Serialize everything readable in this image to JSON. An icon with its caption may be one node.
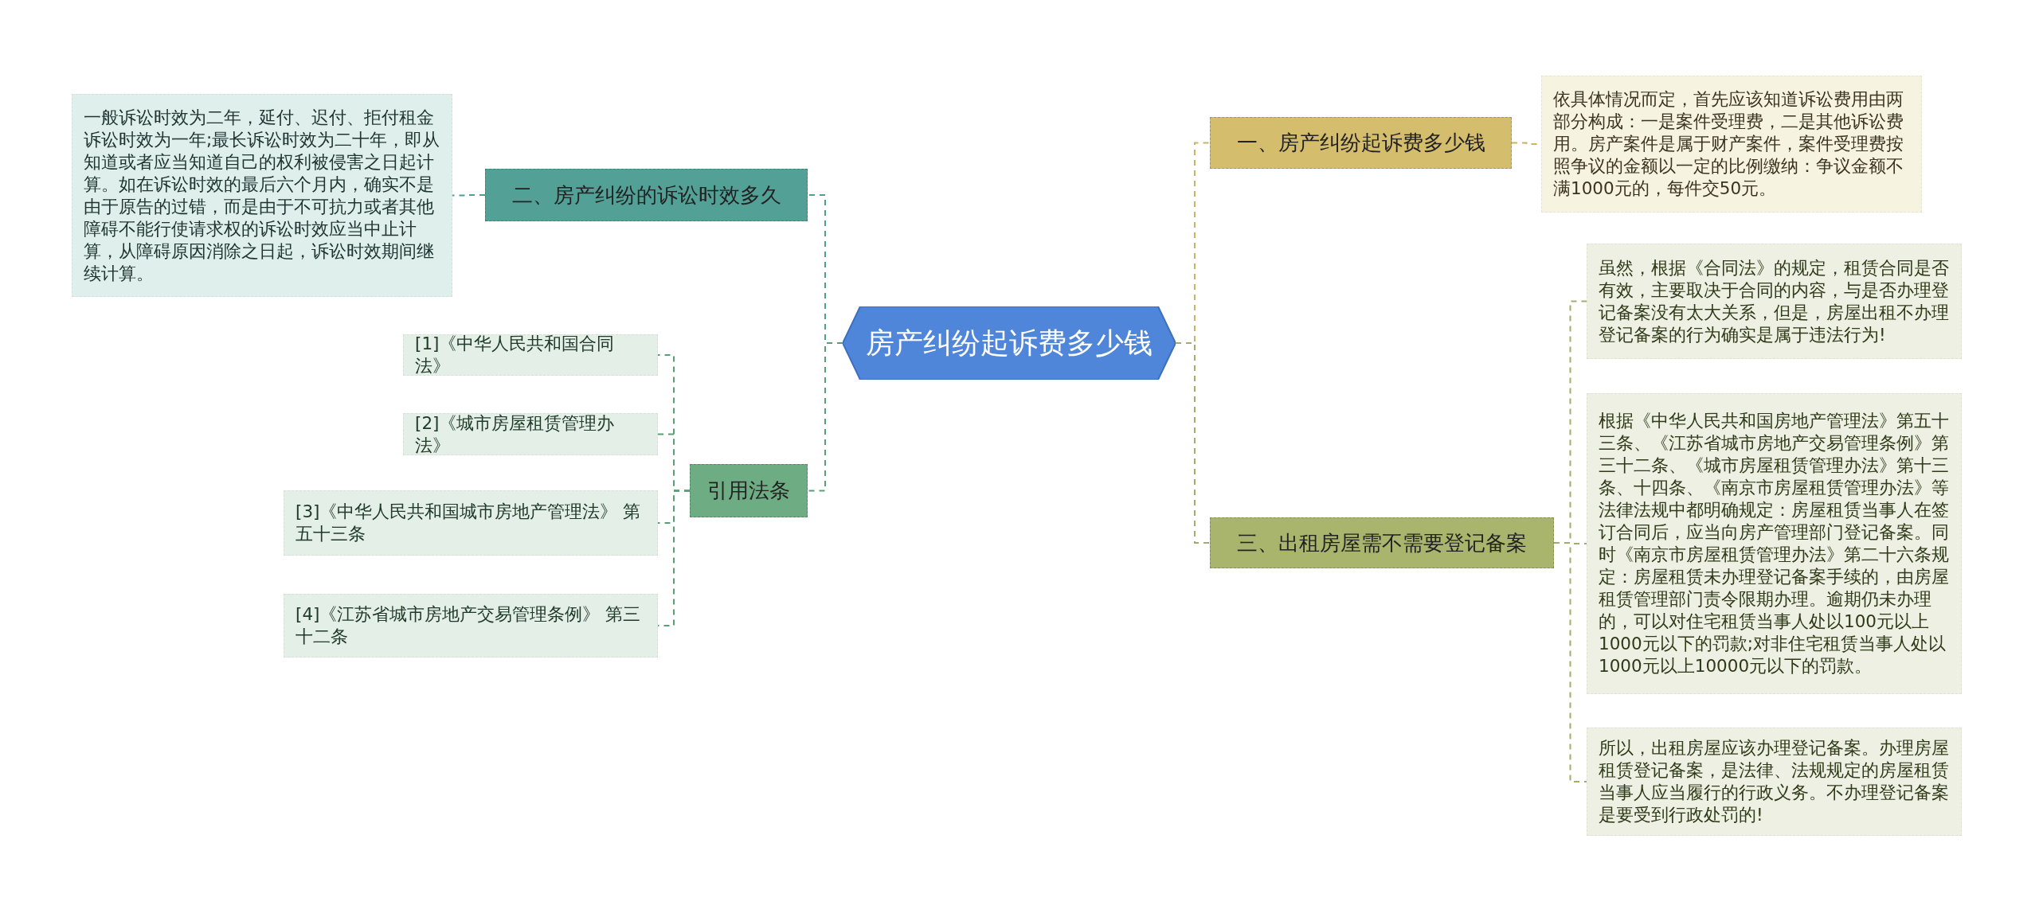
{
  "diagram": {
    "nodes": [
      {
        "text": [
          "房产纠纷起诉费多少钱"
        ]
      },
      {
        "text": [
          "一、房产纠纷起诉费多少钱"
        ]
      },
      {
        "text": [
          "依具体情况而定，首先应该知道诉讼费用由两部分构成：一是案件受理费，二是其他诉讼费用。房产案件是属于财产案件，案件受理费按照争议的金额以一定的比例缴纳：争议金额不满1000元的，每件交50元。"
        ]
      },
      {
        "text": [
          "三、出租房屋需不需要登记备案"
        ]
      },
      {
        "text": [
          "虽然，根据《合同法》的规定，租赁合同是否有效，主要取决于合同的内容，与是否办理登记备案没有太大关系，但是，房屋出租不办理登记备案的行为确实是属于违法行为!"
        ]
      },
      {
        "text": [
          "根据《中华人民共和国房地产管理法》第五十三条、《江苏省城市房地产交易管理条例》第三十二条、《城市房屋租赁管理办法》第十三条、十四条、《南京市房屋租赁管理办法》等法律法规中都明确规定：房屋租赁当事人在签订合同后，应当向房产管理部门登记备案。同时《南京市房屋租赁管理办法》第二十六条规定：房屋租赁未办理登记备案手续的，由房屋租赁管理部门责令限期办理。逾期仍未办理的，可以对住宅租赁当事人处以100元以上1000元以下的罚款;对非住宅租赁当事人处以1000元以上10000元以下的罚款。"
        ]
      },
      {
        "text": [
          "所以，出租房屋应该办理登记备案。办理房屋租赁登记备案，是法律、法规规定的房屋租赁当事人应当履行的行政义务。不办理登记备案是要受到行政处罚的!"
        ]
      },
      {
        "text": [
          "二、房产纠纷的诉讼时效多久"
        ]
      },
      {
        "text": [
          "一般诉讼时效为二年，延付、迟付、拒付租金诉讼时效为一年;最长诉讼时效为二十年，即从知道或者应当知道自己的权利被侵害之日起计算。如在诉讼时效的最后六个月内，确实不是由于原告的过错，而是由于不可抗力或者其他障碍不能行使请求权的诉讼时效应当中止计算，从障碍原因消除之日起，诉讼时效期间继续计算。"
        ]
      },
      {
        "text": [
          "引用法条"
        ]
      },
      {
        "text": [
          "[1]《中华人民共和国合同法》"
        ]
      },
      {
        "text": [
          "[2]《城市房屋租赁管理办法》"
        ]
      },
      {
        "text": [
          "[3]《中华人民共和国城市房地产管理法》 第五十三条"
        ]
      },
      {
        "text": [
          "[4]《江苏省城市房地产交易管理条例》 第三十二条"
        ]
      }
    ],
    "edges": [
      {
        "from": 0,
        "to": 1,
        "arrow": "none",
        "style": "dashed",
        "color": "#c8b464"
      },
      {
        "from": 1,
        "to": 2,
        "arrow": "none",
        "style": "dashed",
        "color": "#c8b464"
      },
      {
        "from": 0,
        "to": 3,
        "arrow": "none",
        "style": "dashed",
        "color": "#a4ad68"
      },
      {
        "from": 3,
        "to": 4,
        "arrow": "none",
        "style": "dashed",
        "color": "#a4ad68"
      },
      {
        "from": 3,
        "to": 5,
        "arrow": "none",
        "style": "dashed",
        "color": "#a4ad68"
      },
      {
        "from": 3,
        "to": 6,
        "arrow": "none",
        "style": "dashed",
        "color": "#a4ad68"
      },
      {
        "from": 0,
        "to": 7,
        "arrow": "none",
        "style": "dashed",
        "color": "#4f9e92"
      },
      {
        "from": 7,
        "to": 8,
        "arrow": "none",
        "style": "dashed",
        "color": "#4f9e92"
      },
      {
        "from": 0,
        "to": 9,
        "arrow": "none",
        "style": "dashed"
      },
      {
        "from": 9,
        "to": 10,
        "arrow": "none",
        "style": "dashed"
      },
      {
        "from": 9,
        "to": 11,
        "arrow": "none",
        "style": "dashed"
      },
      {
        "from": 9,
        "to": 12,
        "arrow": "none",
        "style": "dashed"
      },
      {
        "from": 9,
        "to": 13,
        "arrow": "none",
        "style": "dashed"
      }
    ]
  }
}
